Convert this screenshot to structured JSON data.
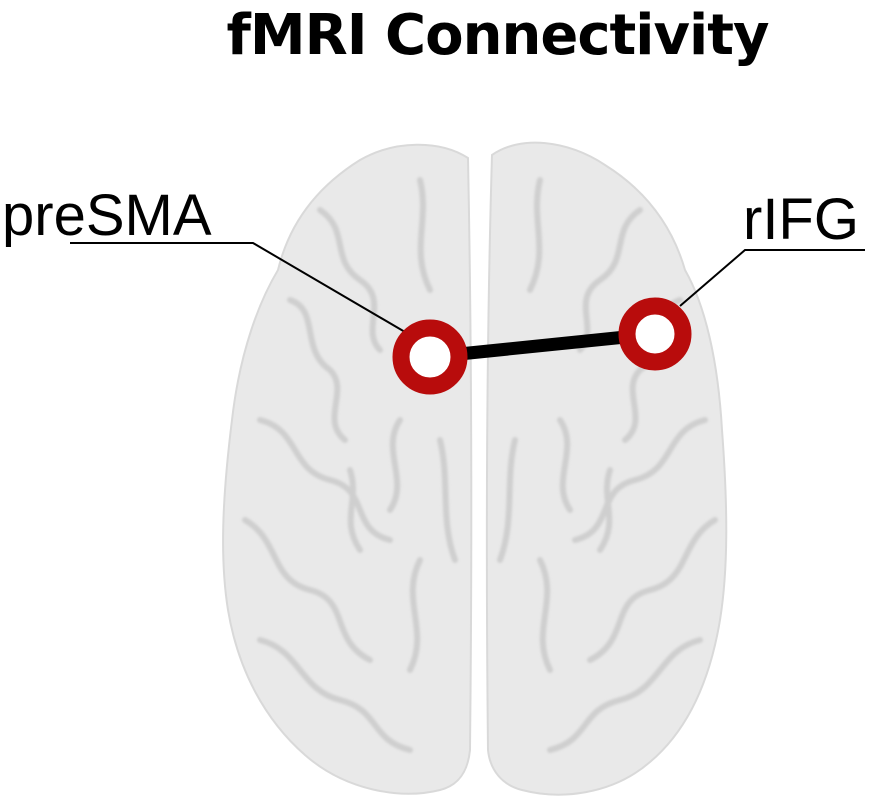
{
  "title": "fMRI Connectivity",
  "regions": [
    {
      "label": "preSMA"
    },
    {
      "label": "rIFG"
    }
  ],
  "colors": {
    "node_ring": "#b80c0c",
    "node_center": "#ffffff",
    "connection": "#000000",
    "brain_fill": "#e9e9e9",
    "brain_sulci": "#cdcdcd",
    "leader_line": "#000000"
  }
}
